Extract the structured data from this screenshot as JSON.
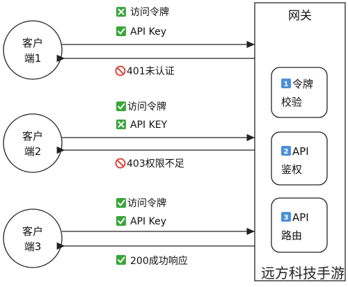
{
  "gateway": {
    "title": "网关",
    "steps": [
      {
        "badge": "1",
        "line1": "令牌",
        "line2": "校验"
      },
      {
        "badge": "2",
        "line1": "API",
        "line2": "鉴权"
      },
      {
        "badge": "3",
        "line1": "API",
        "line2": "路由"
      }
    ]
  },
  "clients": [
    {
      "line1": "客户",
      "line2": "端1",
      "requests": [
        {
          "icon": "x",
          "text": "访问令牌"
        },
        {
          "icon": "check",
          "text": "API Key"
        }
      ],
      "response": {
        "icon": "prohibited",
        "text": "401未认证"
      }
    },
    {
      "line1": "客户",
      "line2": "端2",
      "requests": [
        {
          "icon": "check",
          "text": "访问令牌"
        },
        {
          "icon": "x",
          "text": "API KEY"
        }
      ],
      "response": {
        "icon": "prohibited",
        "text": "403权限不足"
      }
    },
    {
      "line1": "客户",
      "line2": "端3",
      "requests": [
        {
          "icon": "check",
          "text": "访问令牌"
        },
        {
          "icon": "check",
          "text": "API Key"
        }
      ],
      "response": {
        "icon": "check",
        "text": "200成功响应"
      }
    }
  ],
  "watermark": "远方科技手游",
  "colors": {
    "check": "#3aa63a",
    "x": "#3aa63a",
    "prohibited": "#e0463a",
    "badge": "#4a90d9",
    "line": "#222222"
  }
}
